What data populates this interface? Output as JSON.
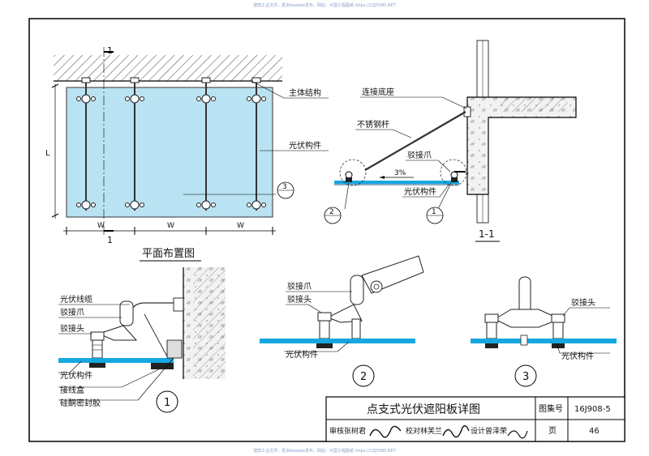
{
  "watermark": "建筑工业文件，更多beebee发布，网站：大国工程图纸 https://1ZJ5080.NET",
  "plan": {
    "title": "平面布置图",
    "label_l": "L",
    "label_w": "W",
    "section_mark": "1",
    "callout_no": "3",
    "leader_main_structure": "主体结构",
    "leader_pv_component": "光伏构件"
  },
  "section": {
    "title": "1-1",
    "leader_base": "连接底座",
    "leader_rod": "不锈钢杆",
    "leader_claw": "驳接爪",
    "leader_pv": "光伏构件",
    "slope": "3%",
    "callout_left": "2",
    "callout_right": "1"
  },
  "detail1": {
    "number": "1",
    "leader_cable": "光伏线缆",
    "leader_claw": "驳接爪",
    "leader_head": "驳接头",
    "leader_pv": "光伏构件",
    "leader_box": "接线盒",
    "leader_sealant": "硅酮密封胶"
  },
  "detail2": {
    "number": "2",
    "leader_claw": "驳接爪",
    "leader_head": "驳接头",
    "leader_pv": "光伏构件"
  },
  "detail3": {
    "number": "3",
    "leader_head": "驳接头",
    "leader_pv": "光伏构件"
  },
  "title_block": {
    "drawing_title": "点支式光伏遮阳板详图",
    "atlas_label": "图集号",
    "atlas_no": "16J908-5",
    "row2": "审核张树君",
    "check": "校对林芙兰",
    "design": "设计曾泽荣",
    "page_label": "页",
    "page_no": "46"
  },
  "colors": {
    "glass": "#b9e2f2",
    "pv_bar": "#17a7e0",
    "line": "#222222",
    "hatch": "#555555"
  }
}
